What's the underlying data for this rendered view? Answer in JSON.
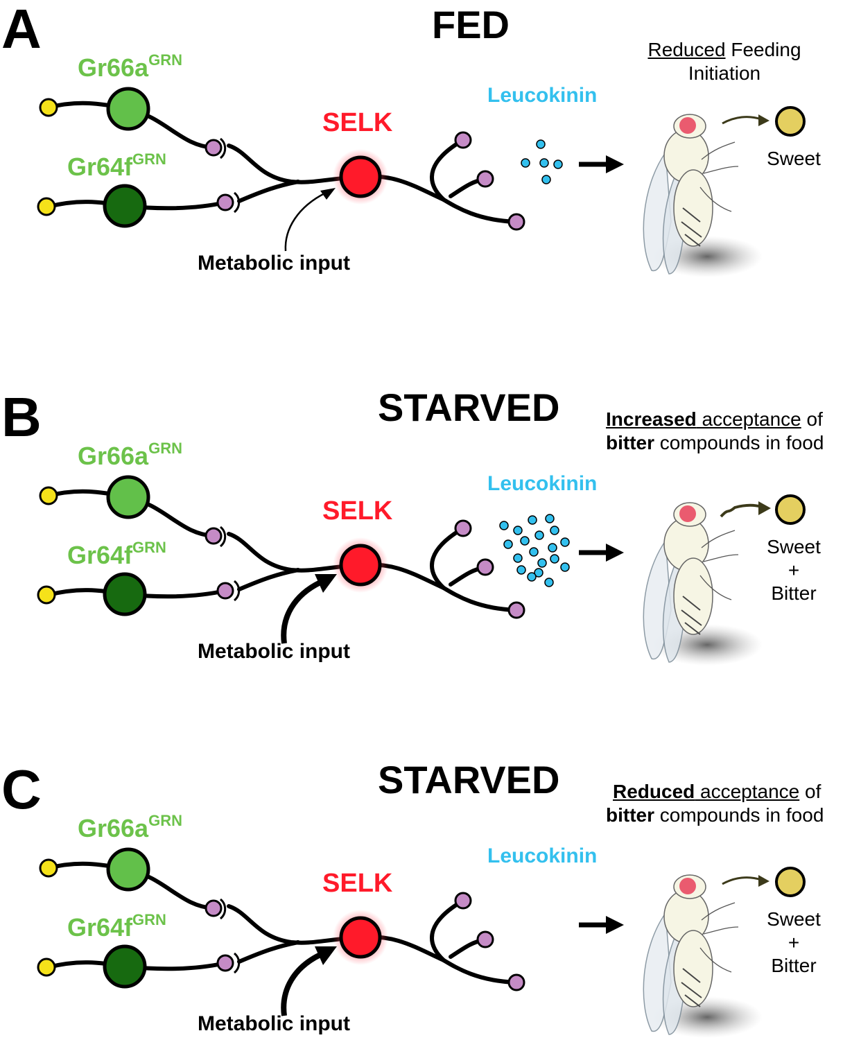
{
  "panels": [
    {
      "letter": "A",
      "state": "FED",
      "gr66a": {
        "name": "Gr66a",
        "sup": "GRN"
      },
      "gr64f": {
        "name": "Gr64f",
        "sup": "GRN"
      },
      "selk": "SELK",
      "leucokinin": "Leucokinin",
      "metabolic": "Metabolic input",
      "outcome": {
        "underlined": "Reduced",
        "rest": " Feeding",
        "line2": "Initiation"
      },
      "food": {
        "line1": "Sweet",
        "plus": "",
        "line2": ""
      }
    },
    {
      "letter": "B",
      "state": "STARVED",
      "gr66a": {
        "name": "Gr66a",
        "sup": "GRN"
      },
      "gr64f": {
        "name": "Gr64f",
        "sup": "GRN"
      },
      "selk": "SELK",
      "leucokinin": "Leucokinin",
      "metabolic": "Metabolic input",
      "outcome": {
        "bold_underlined": "Increased",
        "underlined": " acceptance",
        "rest": " of",
        "bold2": "bitter",
        "rest2": " compounds in food"
      },
      "food": {
        "line1": "Sweet",
        "plus": "+",
        "line2": "Bitter"
      }
    },
    {
      "letter": "C",
      "state": "STARVED",
      "gr66a": {
        "name": "Gr66a",
        "sup": "GRN"
      },
      "gr64f": {
        "name": "Gr64f",
        "sup": "GRN"
      },
      "selk": "SELK",
      "leucokinin": "Leucokinin",
      "metabolic": "Metabolic input",
      "outcome": {
        "bold_underlined": "Reduced",
        "underlined": " acceptance",
        "rest": " of",
        "bold2": "bitter",
        "rest2": " compounds in food"
      },
      "food": {
        "line1": "Sweet",
        "plus": "+",
        "line2": "Bitter"
      }
    }
  ],
  "colors": {
    "gr66a": "#62c04a",
    "gr64f": "#176a10",
    "selk": "#ff1a2a",
    "terminal": "#c58bc6",
    "dendrite": "#f5e21a",
    "leucokinin": "#33c0ee",
    "food": "#e4cf60"
  }
}
